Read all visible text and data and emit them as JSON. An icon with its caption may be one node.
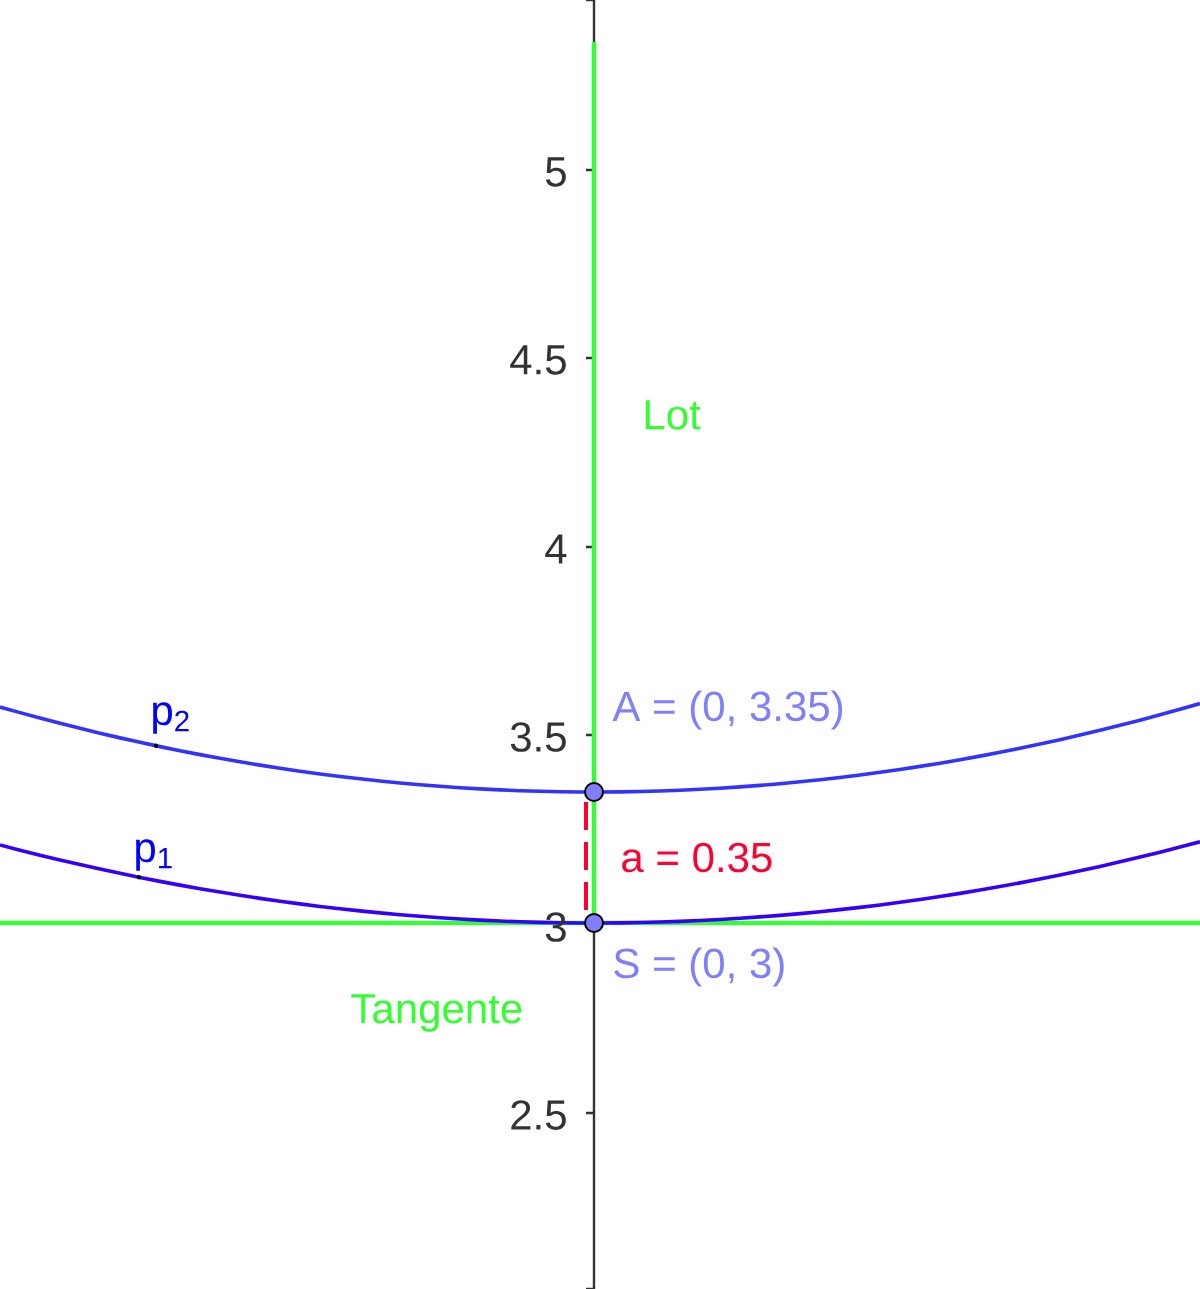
{
  "diagram": {
    "nodes": [
      {
        "text": [],
        "shape": "circle",
        "beside": [
          "A = (0, 3.35)"
        ]
      },
      {
        "text": [],
        "shape": "circle",
        "beside": [
          "S = (0, 3)"
        ]
      }
    ],
    "edges": [
      {
        "from": 0,
        "to": 1,
        "arrow": "none",
        "label": "a = 0.35",
        "style": "dashed",
        "color": "#ff0033"
      }
    ],
    "labels": [
      "5",
      "4.5",
      "4",
      "3.5",
      "3",
      "2.5",
      "Lot",
      "p$_{2}$",
      "p$_{1}$",
      "Tangente"
    ]
  }
}
